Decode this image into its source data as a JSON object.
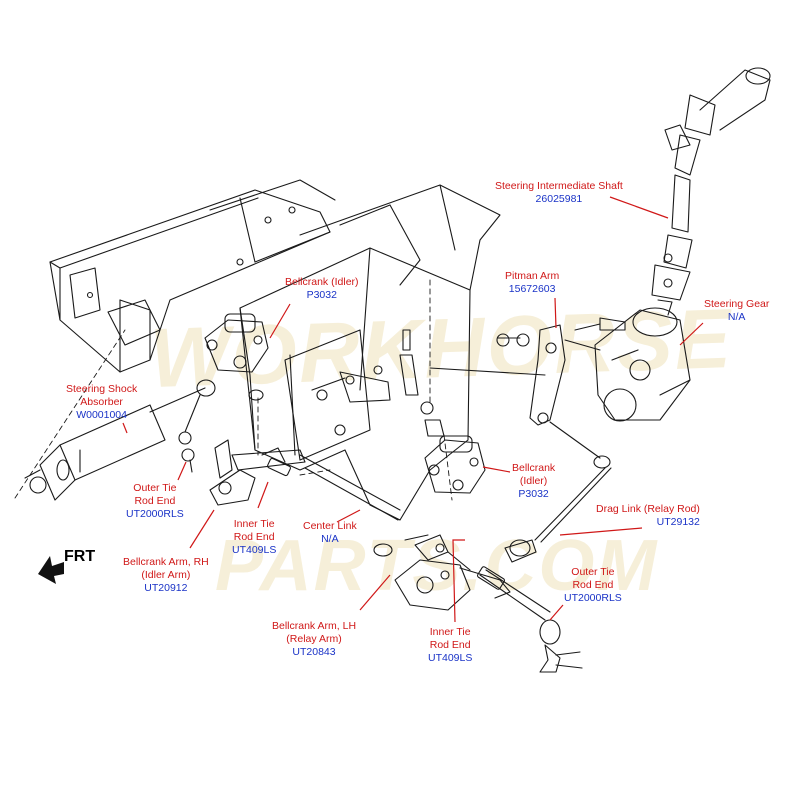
{
  "colors": {
    "label_name": "#d01818",
    "part_number": "#1a33c7",
    "leader": "#d01818",
    "linework": "#1a1a1a",
    "watermark": "#f3ead0"
  },
  "front_indicator": {
    "text": "FRT",
    "icon": "arrow-left-icon"
  },
  "watermark": {
    "brand_top": "WORKHORSE",
    "brand_bottom": "PARTS.COM"
  },
  "labels": {
    "steering_intermediate_shaft": {
      "name": "Steering Intermediate Shaft",
      "part": "26025981"
    },
    "pitman_arm": {
      "name": "Pitman Arm",
      "part": "15672603"
    },
    "steering_gear": {
      "name": "Steering Gear",
      "part": "N/A"
    },
    "bellcrank_idler_top": {
      "name": "Bellcrank (Idler)",
      "part": "P3032"
    },
    "bellcrank_idler_mid": {
      "name1": "Bellcrank",
      "name2": "(Idler)",
      "part": "P3032"
    },
    "steering_shock": {
      "name1": "Steering Shock",
      "name2": "Absorber",
      "part": "W0001004"
    },
    "outer_tie_rod_left": {
      "name1": "Outer Tie",
      "name2": "Rod End",
      "part": "UT2000RLS"
    },
    "inner_tie_rod_left": {
      "name1": "Inner Tie",
      "name2": "Rod End",
      "part": "UT409LS"
    },
    "center_link": {
      "name": "Center Link",
      "part": "N/A"
    },
    "drag_link": {
      "name": "Drag Link (Relay Rod)",
      "part": "UT29132"
    },
    "bellcrank_arm_rh": {
      "name1": "Bellcrank Arm, RH",
      "name2": "(Idler Arm)",
      "part": "UT20912"
    },
    "outer_tie_rod_right": {
      "name1": "Outer Tie",
      "name2": "Rod End",
      "part": "UT2000RLS"
    },
    "bellcrank_arm_lh": {
      "name1": "Bellcrank Arm, LH",
      "name2": "(Relay Arm)",
      "part": "UT20843"
    },
    "inner_tie_rod_right": {
      "name1": "Inner Tie",
      "name2": "Rod End",
      "part": "UT409LS"
    }
  }
}
